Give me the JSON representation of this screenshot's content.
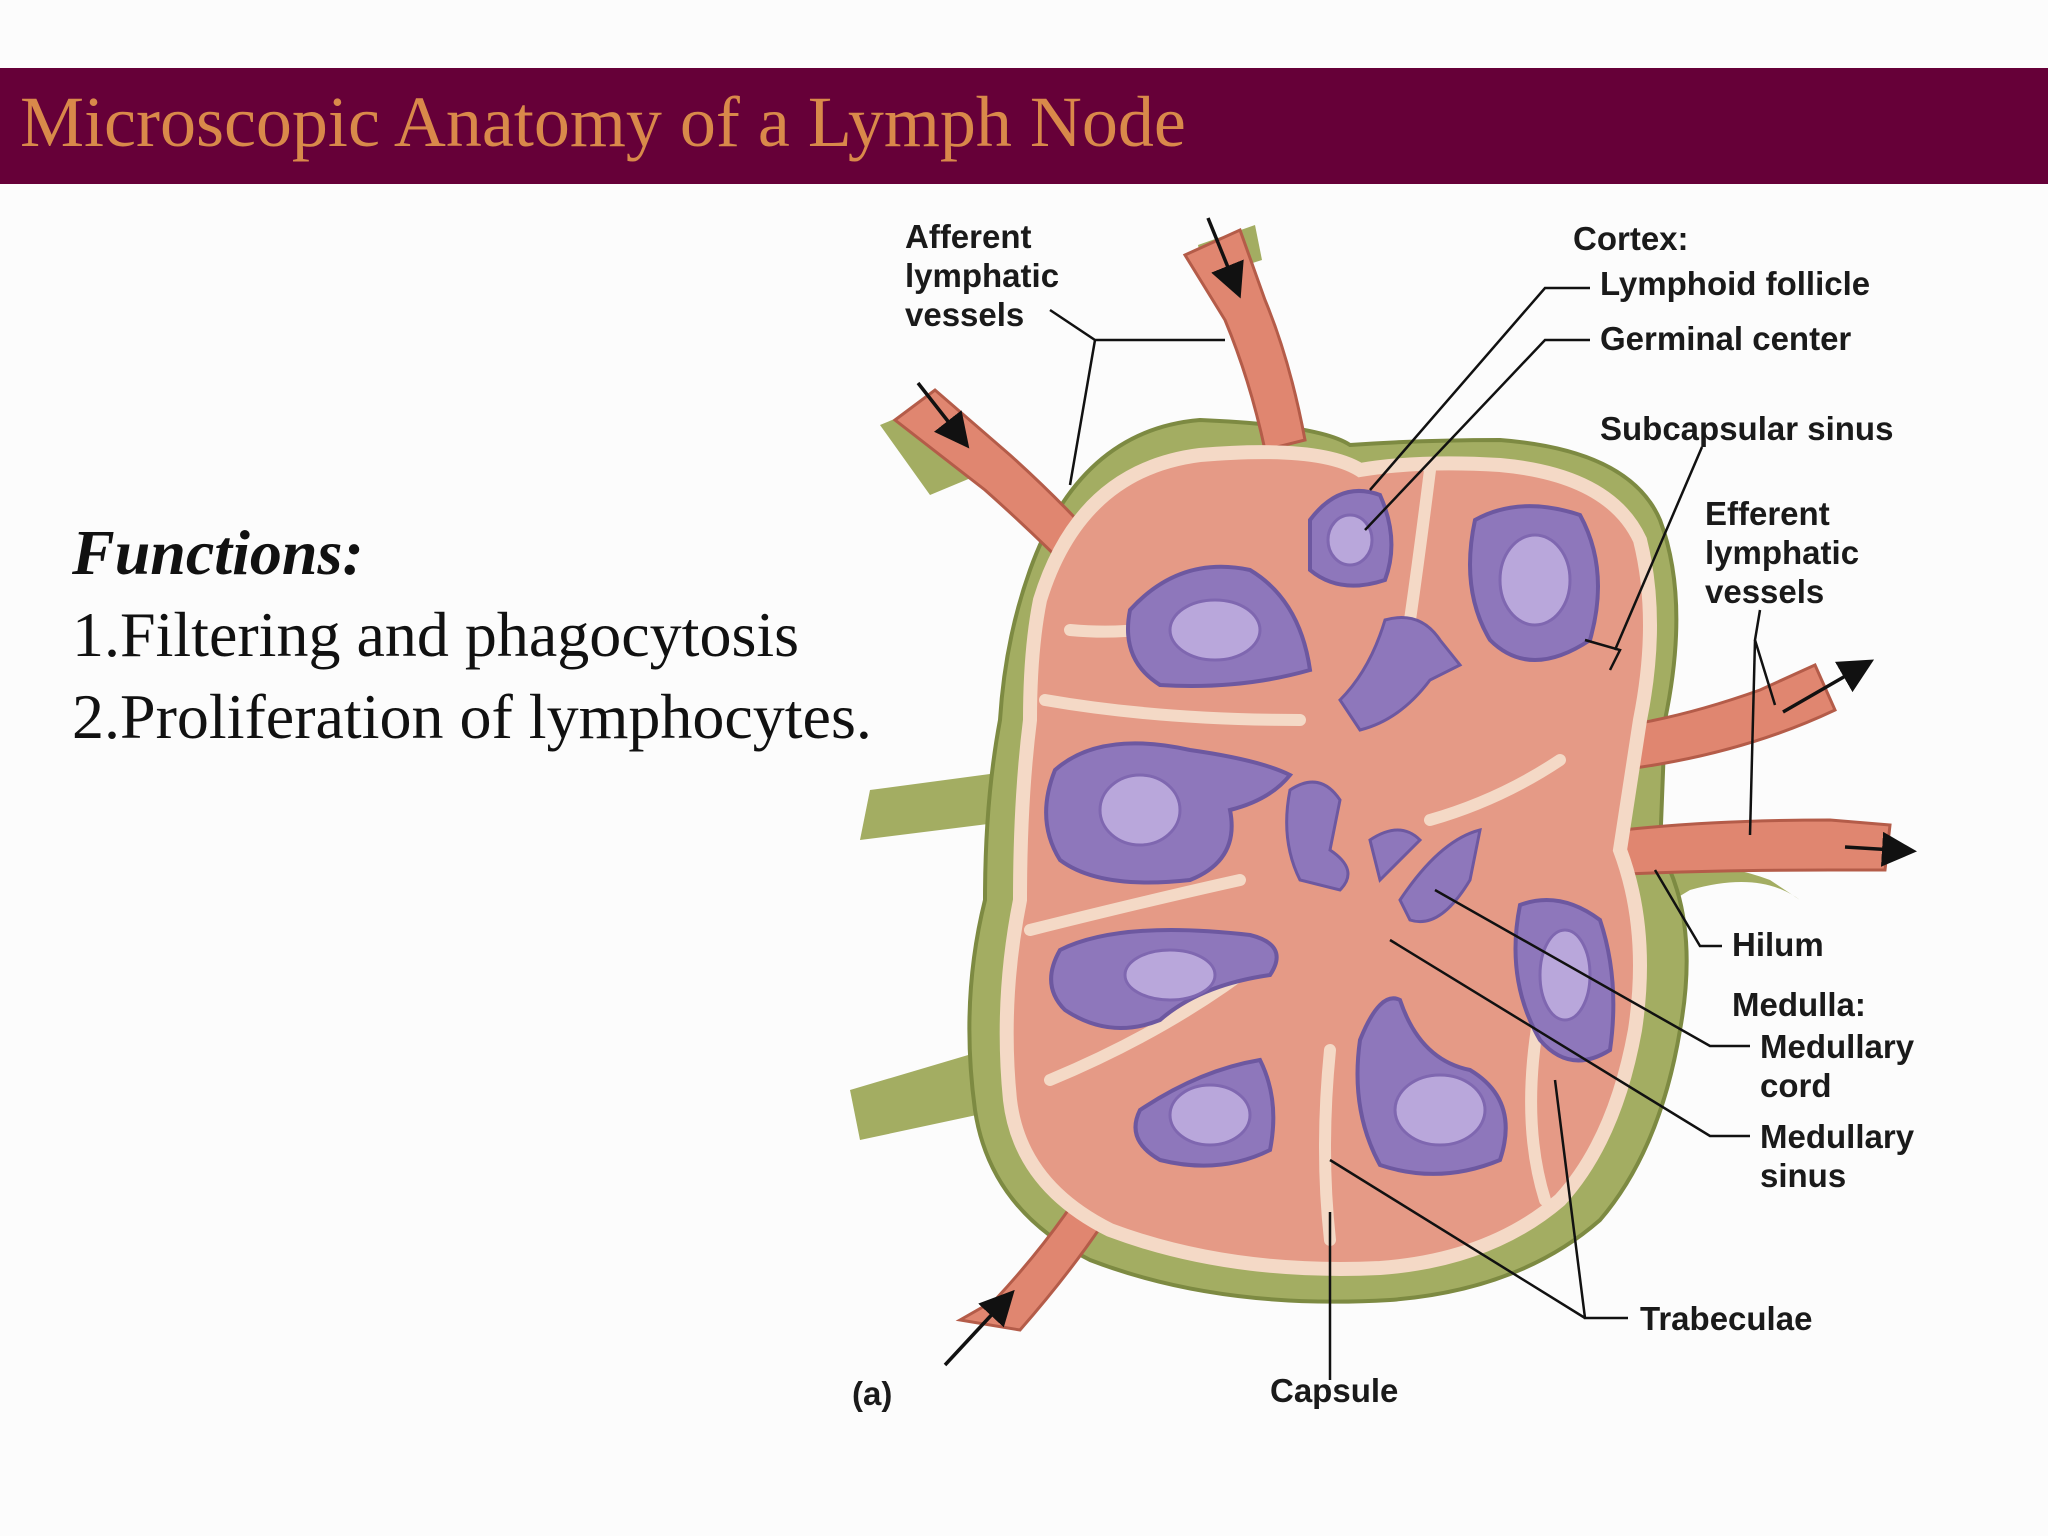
{
  "slide": {
    "title": "Microscopic Anatomy of a Lymph Node",
    "functions_heading": "Functions:",
    "functions": [
      "1.Filtering and phagocytosis",
      "2.Proliferation of lymphocytes."
    ]
  },
  "diagram": {
    "labels": {
      "afferent": [
        "Afferent",
        "lymphatic",
        "vessels"
      ],
      "cortex": "Cortex:",
      "lymphoid_follicle": "Lymphoid follicle",
      "germinal_center": "Germinal center",
      "subcapsular_sinus": "Subcapsular sinus",
      "efferent": [
        "Efferent",
        "lymphatic",
        "vessels"
      ],
      "hilum": "Hilum",
      "medulla": "Medulla:",
      "medullary_cord": [
        "Medullary",
        "cord"
      ],
      "medullary_sinus": [
        "Medullary",
        "sinus"
      ],
      "trabeculae": "Trabeculae",
      "capsule": "Capsule",
      "panel": "(a)"
    }
  },
  "colors": {
    "title_bar": "#660038",
    "title_text": "#d9894a",
    "capsule": "#a3ad62",
    "cortex": "#e59a86",
    "follicle": "#8e77bb",
    "vessel": "#e08670"
  }
}
